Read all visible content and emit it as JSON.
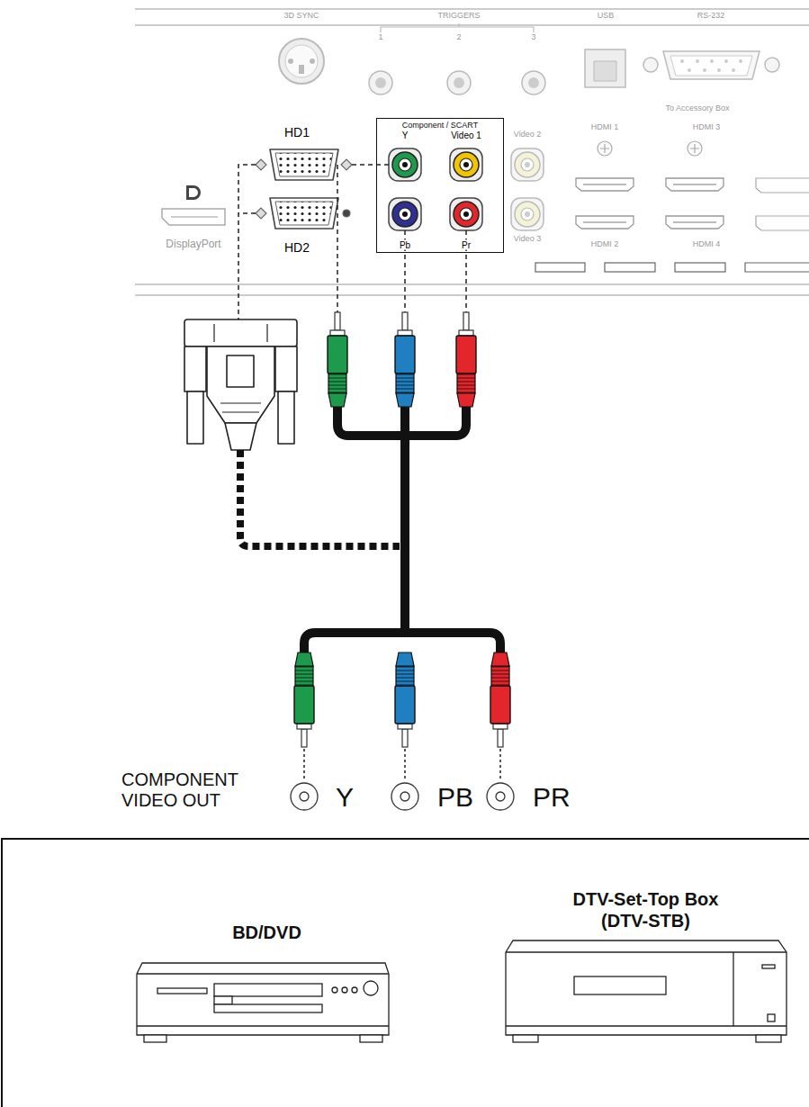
{
  "diagram": {
    "nodes": [
      {
        "text": [
          "Component / SCART"
        ]
      },
      {
        "text": [
          "BD/DVD"
        ]
      },
      {
        "text": [
          "DTV-Set-Top Box (DTV-STB)"
        ]
      }
    ],
    "labels": [
      "3D SYNC",
      "TRIGGERS",
      "1",
      "2",
      "3",
      "USB",
      "RS-232",
      "To Accessory Box",
      "HD1",
      "HD2",
      "DisplayPort",
      "Y",
      "Video 1",
      "Pb",
      "Pr",
      "Video 2",
      "Video 3",
      "HDMI 1",
      "HDMI 3",
      "HDMI 2",
      "HDMI 4",
      "COMPONENT VIDEO OUT",
      "Y",
      "PB",
      "PR"
    ]
  }
}
